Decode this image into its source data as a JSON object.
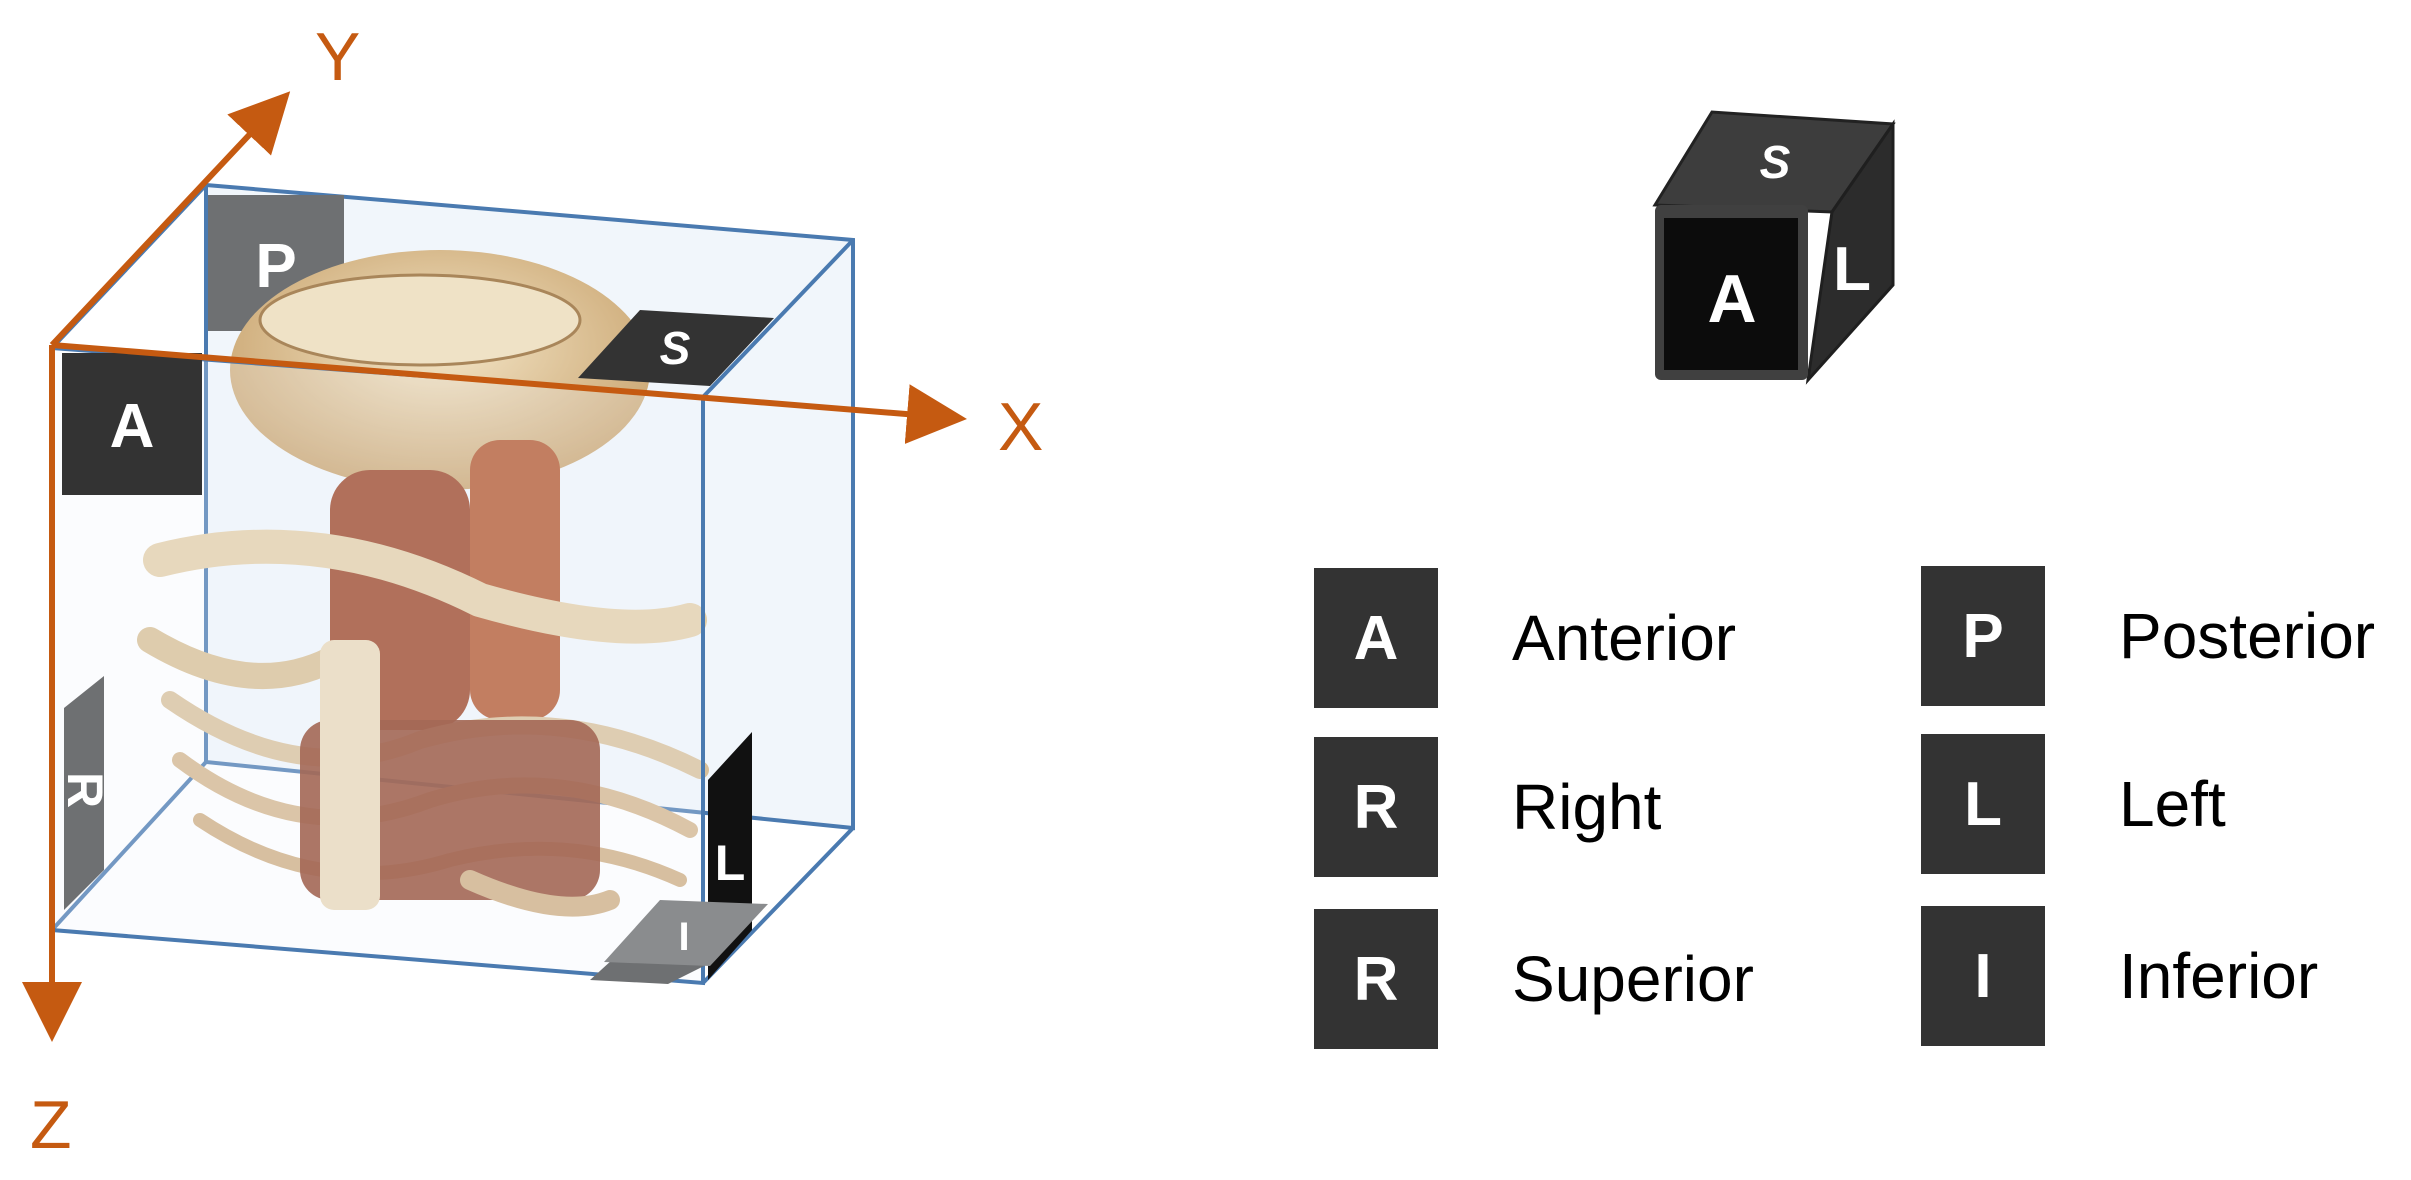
{
  "colors": {
    "axis": "#c55a11",
    "box_edge": "#4a7ab0",
    "box_fill": "#eef5fb",
    "tile_dark": "#333333",
    "tile_grey": "#6e7072",
    "bone": "#e8d6b5",
    "tissue": "#8b3a1f"
  },
  "axes": {
    "x": "X",
    "y": "Y",
    "z": "Z"
  },
  "volume_box": {
    "labels": {
      "anterior": "A",
      "posterior": "P",
      "superior": "S",
      "right": "R",
      "left": "L",
      "inferior": "I"
    },
    "render_image": "ct-volume-render-of-neck-and-upper-thorax"
  },
  "orientation_cube": {
    "front": "A",
    "top": "S",
    "side": "L"
  },
  "legend": [
    {
      "code": "A",
      "label": "Anterior"
    },
    {
      "code": "P",
      "label": "Posterior"
    },
    {
      "code": "R",
      "label": "Right"
    },
    {
      "code": "L",
      "label": "Left"
    },
    {
      "code": "R",
      "label": "Superior"
    },
    {
      "code": "I",
      "label": "Inferior"
    }
  ]
}
